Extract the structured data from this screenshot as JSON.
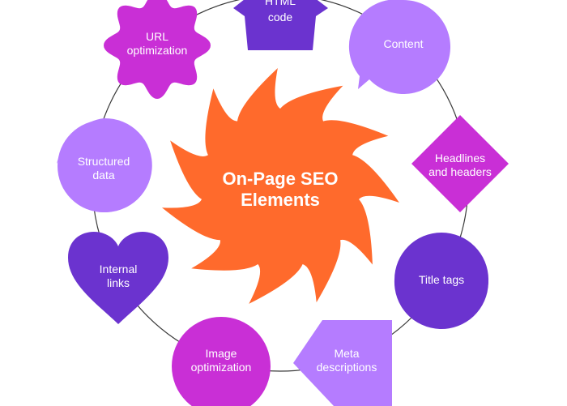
{
  "center": {
    "title_line1": "On-Page SEO",
    "title_line2": "Elements",
    "color": "#ff6a2c",
    "text_color": "#ffffff"
  },
  "ring_color": "#3a3a3a",
  "elements": [
    {
      "line1": "HTML",
      "line2": "code",
      "shape": "star-badge",
      "color": "#6b33cf"
    },
    {
      "line1": "Content",
      "line2": "",
      "shape": "notched-circle",
      "color": "#b57cff"
    },
    {
      "line1": "Headlines",
      "line2": "and headers",
      "shape": "four-point-flower",
      "color": "#c92fd6"
    },
    {
      "line1": "Title tags",
      "line2": "",
      "shape": "notched-circle",
      "color": "#6b33cf"
    },
    {
      "line1": "Meta",
      "line2": "descriptions",
      "shape": "arrow-tag",
      "color": "#b57cff"
    },
    {
      "line1": "Image",
      "line2": "optimization",
      "shape": "circle",
      "color": "#c92fd6"
    },
    {
      "line1": "Internal",
      "line2": "links",
      "shape": "heart",
      "color": "#6b33cf"
    },
    {
      "line1": "Structured",
      "line2": "data",
      "shape": "notched-circle",
      "color": "#b57cff"
    },
    {
      "line1": "URL",
      "line2": "optimization",
      "shape": "flower",
      "color": "#c92fd6"
    }
  ]
}
